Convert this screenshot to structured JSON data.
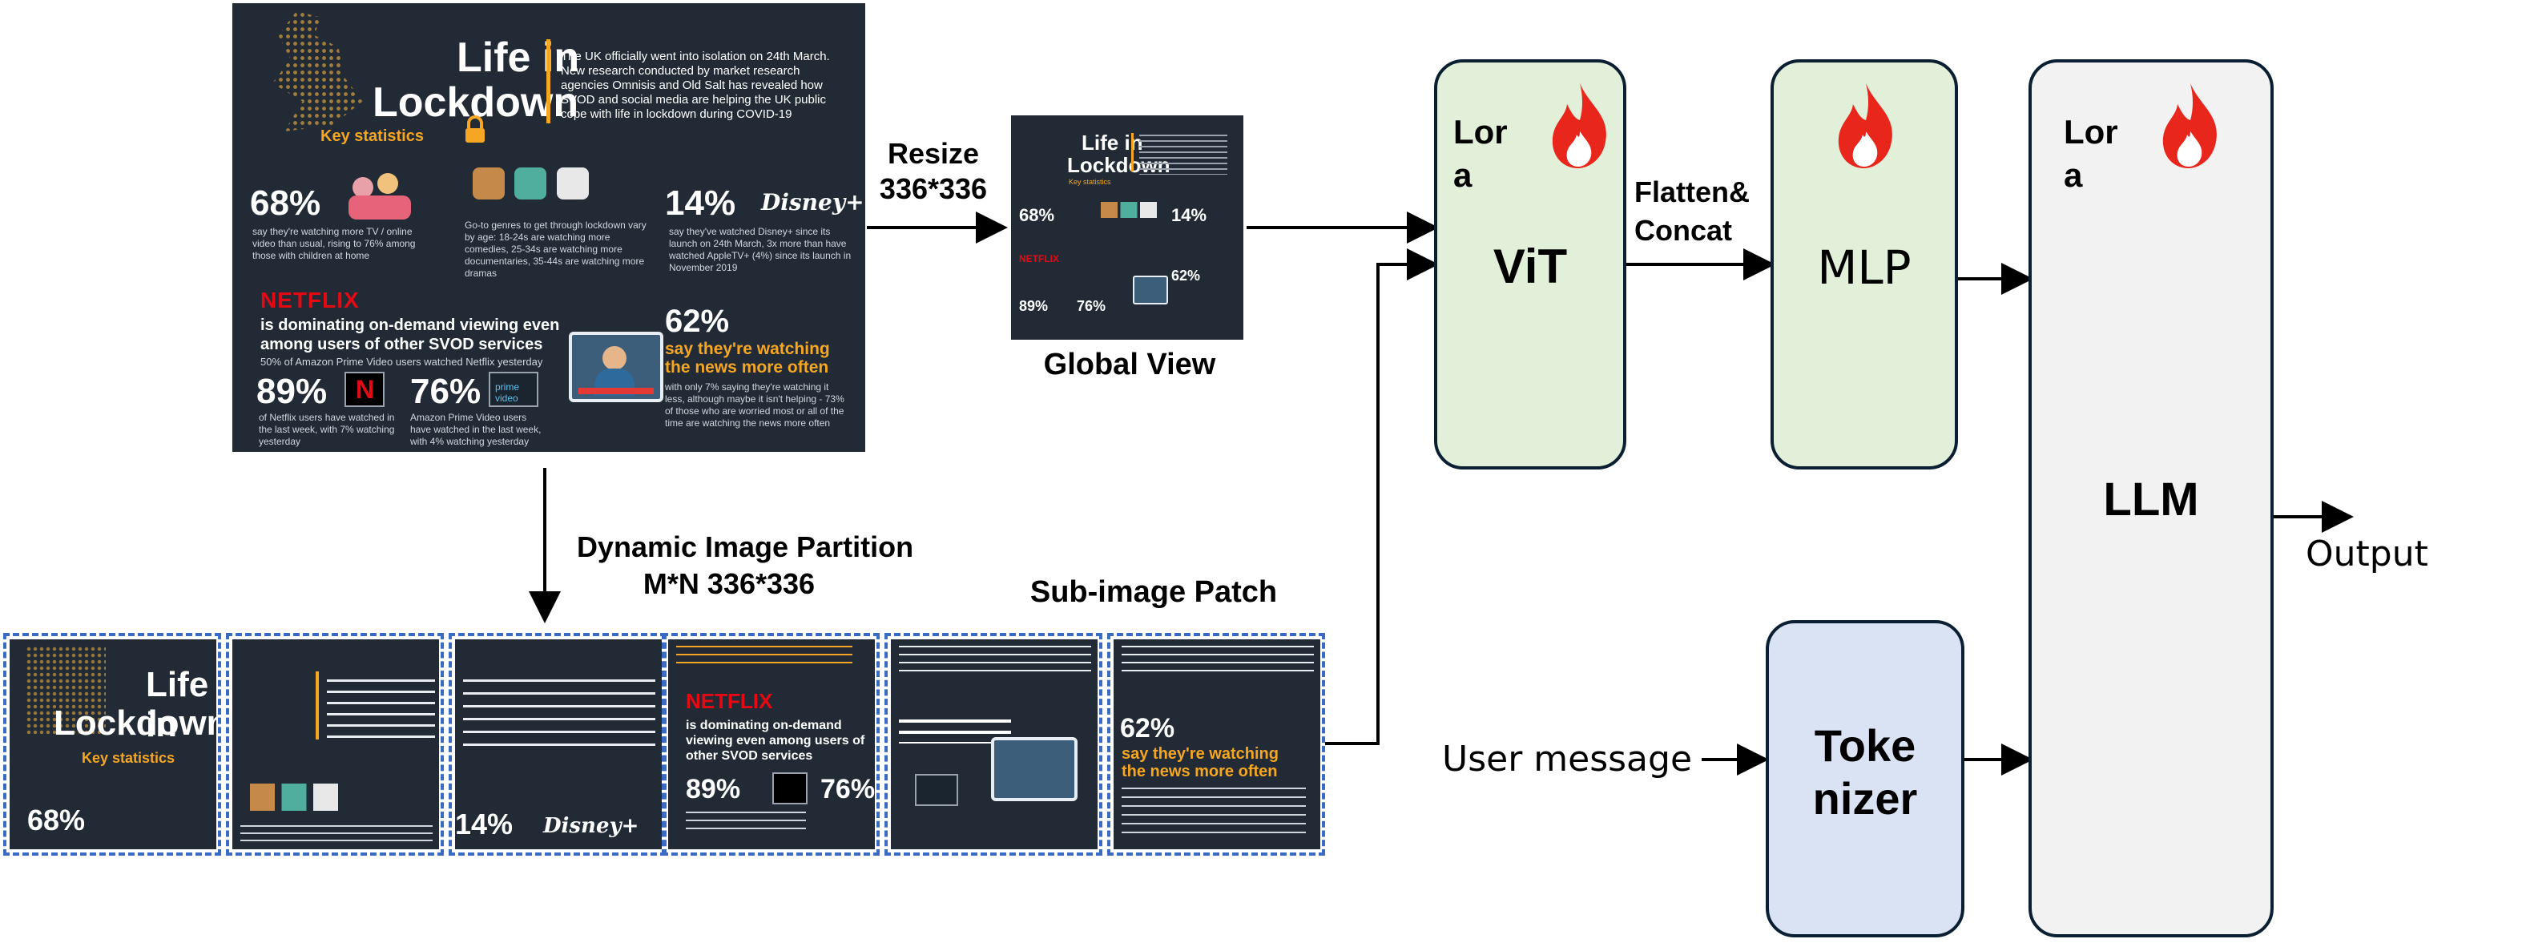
{
  "infographic": {
    "title_line1": "Life in",
    "title_line2": "Lockdown",
    "key_statistics": "Key statistics",
    "intro": "The UK officially went into isolation on 24th March. New research conducted by market research agencies Omnisis and Old Salt has revealed how SVOD and social media are helping the UK public cope with life in lockdown during COVID-19",
    "stat1_value": "68%",
    "stat1_text": "say they're watching more TV / online video than usual, rising to 76% among those with children at home",
    "genre_text": "Go-to genres to get through lockdown vary by age: 18-24s are watching more comedies, 25-34s are watching more documentaries, 35-44s are watching more dramas",
    "stat2_value": "14%",
    "disney_logo": "Disney+",
    "stat2_text": "say they've watched Disney+ since its launch on 24th March, 3x more than have watched AppleTV+ (4%) since its launch in November 2019",
    "netflix_logo": "NETFLIX",
    "netflix_headline": "is dominating on-demand viewing even among users of other SVOD services",
    "netflix_sub": "50% of Amazon Prime Video users watched Netflix yesterday",
    "stat3_value": "89%",
    "stat3_text": "of Netflix users have watched in the last week, with 7% watching yesterday",
    "stat4_value": "76%",
    "stat4_text": "Amazon Prime Video users have watched in the last week, with 4% watching yesterday",
    "stat5_value": "62%",
    "stat5_headline": "say they're watching the news more often",
    "stat5_text": "with only 7% saying they're watching it less, although maybe it isn't helping - 73% of those who are worried most or all of the time are watching the news more often",
    "netflix_box_letter": "N",
    "prime_box_label": "prime video"
  },
  "labels": {
    "resize": "Resize",
    "resize_size": "336*336",
    "global_view": "Global View",
    "partition_line1": "Dynamic Image Partition",
    "partition_line2": "M*N 336*336",
    "sub_image_patch": "Sub-image Patch",
    "flatten_line1": "Flatten&",
    "flatten_line2": "Concat",
    "user_message": "User message",
    "output": "Output"
  },
  "modules": {
    "vit_lora": "Lor\na",
    "vit": "ViT",
    "mlp": "MLP",
    "llm_lora": "Lor\na",
    "llm": "LLM",
    "tokenizer_line1": "Toke",
    "tokenizer_line2": "nizer"
  },
  "colors": {
    "vit_fill": "#e2f0d9",
    "mlp_fill": "#e2f0d9",
    "tokenizer_fill": "#dae3f3",
    "llm_fill": "#f2f2f2",
    "dash_border": "#3a6bc4",
    "fire": "#e8261c"
  },
  "icons": [
    "fire-icon",
    "lock-icon",
    "tv-icon",
    "uk-map-icon"
  ]
}
